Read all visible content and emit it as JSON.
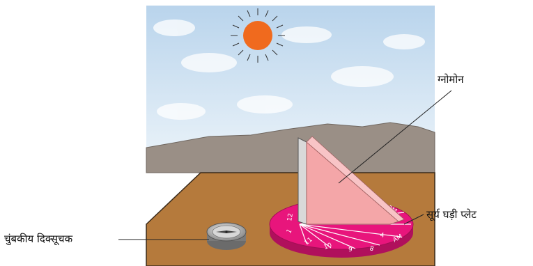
{
  "labels": {
    "gnomon": "ग्नोमोन",
    "sundial_plate": "सूर्य घड़ी प्लेट",
    "compass": "चुंबकीय दिक्सूचक"
  },
  "dial_marks": [
    "12",
    "1",
    "11",
    "10",
    "9",
    "8",
    "PM",
    "AM",
    "4"
  ],
  "colors": {
    "sky": "#c9dff0",
    "sun": "#f06a1e",
    "mountain": "#9a8f86",
    "ground": "#b57a3c",
    "gnomon": "#f4a6a8",
    "dial": "#e8157c"
  }
}
